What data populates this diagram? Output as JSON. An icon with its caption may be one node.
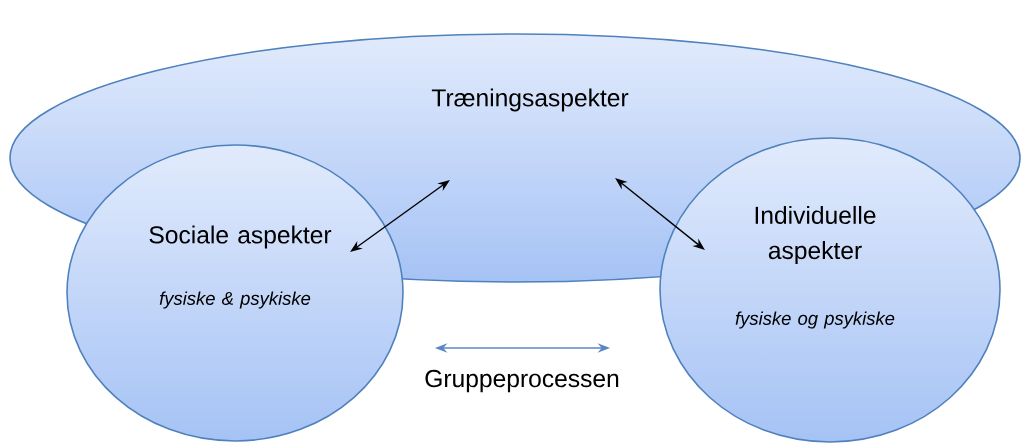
{
  "diagram": {
    "nodes": [
      {
        "text": [
          "Træningsaspekter"
        ]
      },
      {
        "text": [
          "Sociale aspekter",
          "fysiske & psykiske"
        ]
      },
      {
        "text": [
          "Individuelle aspekter",
          "fysiske og psykiske"
        ]
      }
    ],
    "edges": [
      {
        "from": 1,
        "to": 0,
        "arrow": "both"
      },
      {
        "from": 0,
        "to": 2,
        "arrow": "both"
      },
      {
        "from": 1,
        "to": 2,
        "arrow": "both",
        "label": "Gruppeprocessen",
        "color": "#5b87c5"
      }
    ]
  }
}
